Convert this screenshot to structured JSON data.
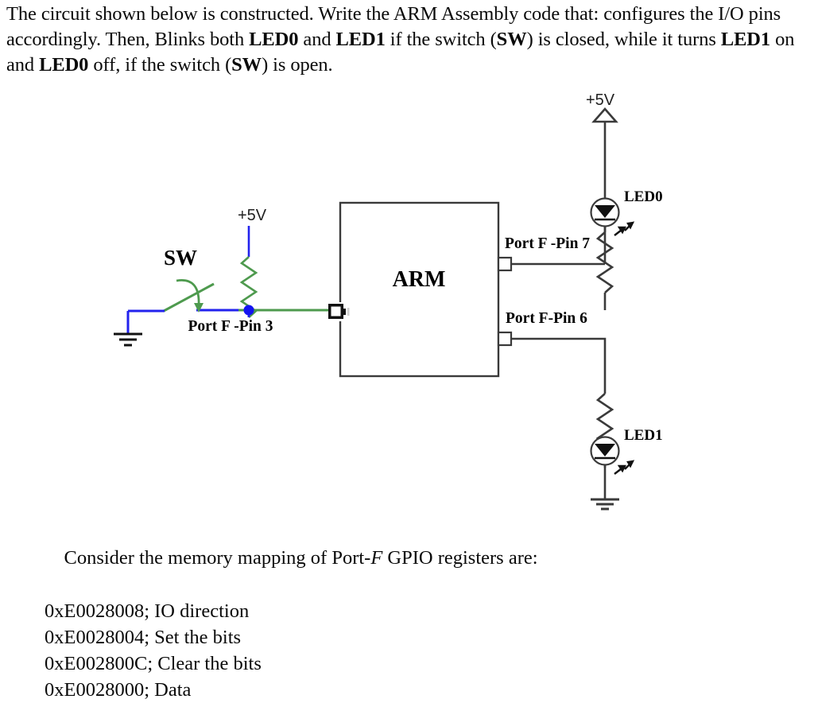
{
  "question": {
    "segments": [
      {
        "text": "The circuit shown below is constructed. Write the ARM Assembly code that: configures the I/O pins accordingly. Then, Blinks both ",
        "bold": false
      },
      {
        "text": "LED0",
        "bold": true
      },
      {
        "text": " and ",
        "bold": false
      },
      {
        "text": "LED1",
        "bold": true
      },
      {
        "text": " if the switch (",
        "bold": false
      },
      {
        "text": "SW",
        "bold": true
      },
      {
        "text": ") is closed, while it turns ",
        "bold": false
      },
      {
        "text": "LED1",
        "bold": true
      },
      {
        "text": " on and ",
        "bold": false
      },
      {
        "text": "LED0",
        "bold": true
      },
      {
        "text": " off, if the switch (",
        "bold": false
      },
      {
        "text": "SW",
        "bold": true
      },
      {
        "text": ") is open.",
        "bold": false
      }
    ],
    "plain": "The circuit shown below is constructed. Write the ARM Assembly code that: configures the I/O pins accordingly. Then, Blinks both LED0 and LED1 if the switch (SW) is closed, while it turns LED1 on and LED0 off, if the switch (SW) is open."
  },
  "circuit": {
    "chip_label": "ARM",
    "switch_label": "SW",
    "supply_top_right": "+5V",
    "supply_switch": "+5V",
    "led0_label": "LED0",
    "led1_label": "LED1",
    "pin7_label": "Port F -Pin 7",
    "pin6_label": "Port F-Pin 6",
    "pin3_label": "Port F -Pin 3",
    "colors": {
      "wire_black": "#3a3a3a",
      "wire_blue": "#2222ee",
      "wire_green": "#4e9a4e",
      "node_blue": "#1414f0",
      "box_border": "#3a3a3a",
      "background": "#ffffff"
    }
  },
  "memory_notes": {
    "intro_before": "Consider the memory mapping of Port-",
    "intro_italic": "F",
    "intro_after": " GPIO registers are:",
    "registers": [
      {
        "address": "0xE0028008",
        "description": "; IO direction"
      },
      {
        "address": "0xE0028004",
        "description": "; Set the bits"
      },
      {
        "address": "0xE002800C",
        "description": "; Clear the bits"
      },
      {
        "address": "0xE0028000",
        "description": "; Data"
      }
    ]
  }
}
